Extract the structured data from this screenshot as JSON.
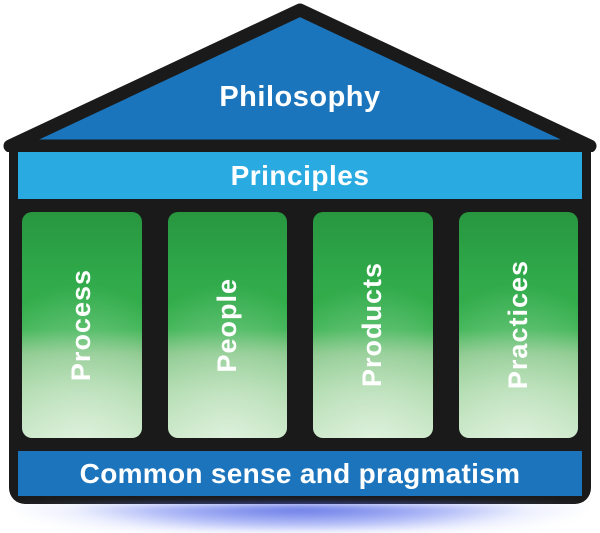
{
  "diagram": {
    "type": "temple-structure",
    "roof": {
      "label": "Philosophy"
    },
    "principles": {
      "label": "Principles"
    },
    "pillars": [
      {
        "label": "Process"
      },
      {
        "label": "People"
      },
      {
        "label": "Products"
      },
      {
        "label": "Practices"
      }
    ],
    "foundation": {
      "label": "Common sense and pragmatism"
    },
    "colors": {
      "roof_blue": "#1B75BC",
      "principles_blue": "#29ABE2",
      "pillar_green_top": "#2FA94A",
      "pillar_green_bottom": "#BCE2B9",
      "foundation_blue": "#1C75BC",
      "frame_black": "#1A1A1A",
      "text_white": "#FFFFFF",
      "shadow_blue": "#4A5FE0"
    }
  }
}
